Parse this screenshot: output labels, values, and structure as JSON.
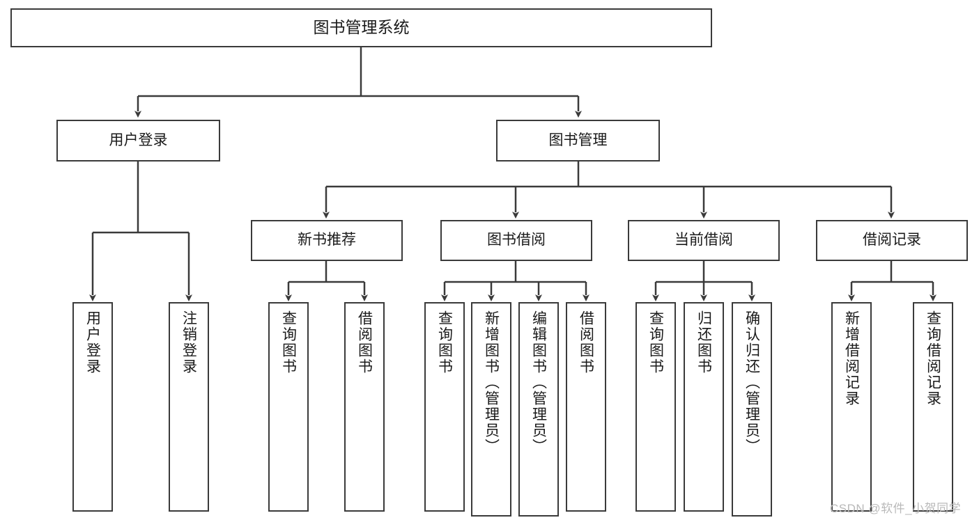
{
  "diagram": {
    "title_node": {
      "label": "图书管理系统"
    },
    "level2": [
      {
        "label": "用户登录"
      },
      {
        "label": "图书管理"
      }
    ],
    "level3": [
      {
        "label": "新书推荐"
      },
      {
        "label": "图书借阅"
      },
      {
        "label": "当前借阅"
      },
      {
        "label": "借阅记录"
      }
    ],
    "leaves": {
      "user_login": [
        {
          "label": "用户登录"
        },
        {
          "label": "注销登录"
        }
      ],
      "new_book_recommend": [
        {
          "label": "查询图书"
        },
        {
          "label": "借阅图书"
        }
      ],
      "book_borrow": [
        {
          "label": "查询图书"
        },
        {
          "label": "新增图书（管理员）"
        },
        {
          "label": "编辑图书（管理员）"
        },
        {
          "label": "借阅图书"
        }
      ],
      "current_borrow": [
        {
          "label": "查询图书"
        },
        {
          "label": "归还图书"
        },
        {
          "label": "确认归还（管理员）"
        }
      ],
      "borrow_record": [
        {
          "label": "新增借阅记录"
        },
        {
          "label": "查询借阅记录"
        }
      ]
    }
  },
  "watermark": {
    "text": "CSDN @软件_小贺同学"
  },
  "colors": {
    "stroke": "#3a3a3a",
    "text": "#1a1a1a",
    "background": "#ffffff",
    "watermark": "#b9b9b9"
  }
}
